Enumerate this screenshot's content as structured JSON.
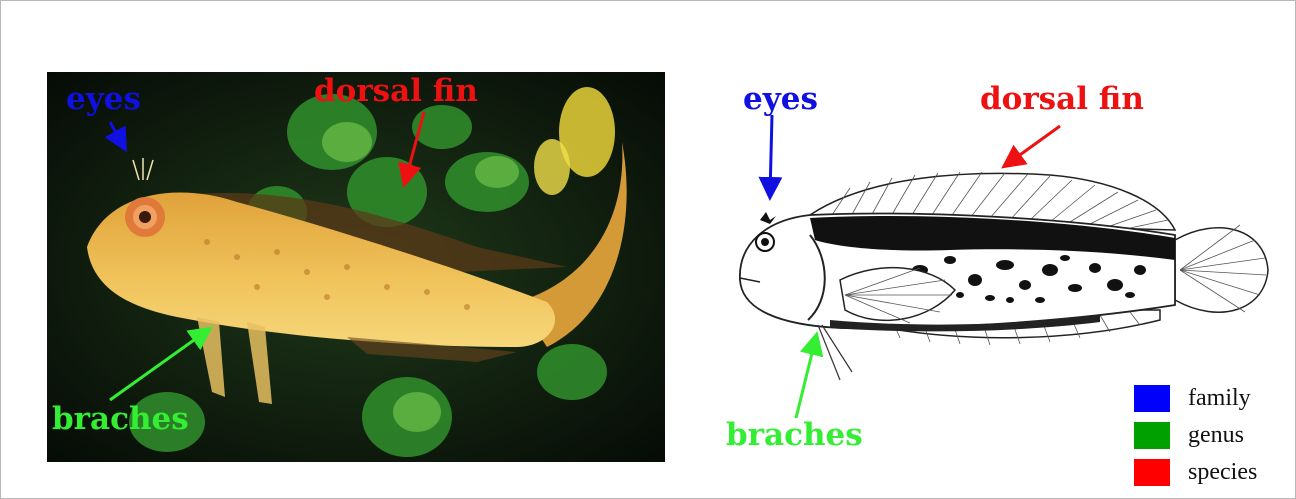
{
  "labels": {
    "photo_eyes": "eyes",
    "photo_dorsal_fin": "dorsal fin",
    "photo_braches": "braches",
    "drawing_eyes": "eyes",
    "drawing_dorsal_fin": "dorsal fin",
    "drawing_braches": "braches"
  },
  "legend": {
    "items": [
      {
        "label": "family",
        "color": "#0000ff"
      },
      {
        "label": "genus",
        "color": "#00a000"
      },
      {
        "label": "species",
        "color": "#ff0000"
      }
    ]
  },
  "colors": {
    "family": "#1010e0",
    "genus": "#33ee33",
    "species": "#ee1111"
  }
}
